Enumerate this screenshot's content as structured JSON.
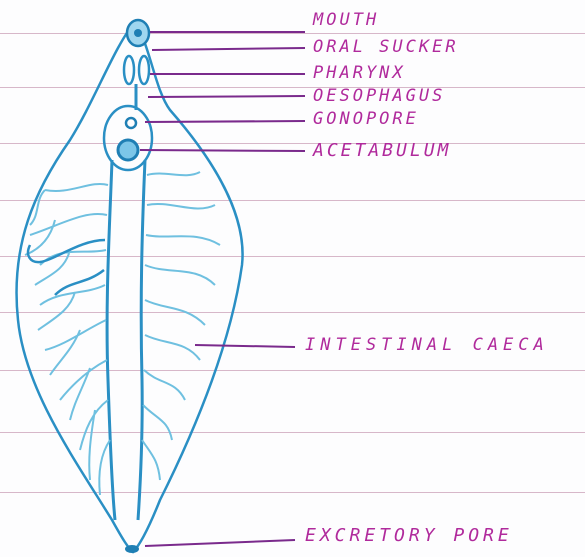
{
  "labels": {
    "mouth": "MOUTH",
    "oral_sucker": "ORAL SUCKER",
    "pharynx": "PHARYNX",
    "oesophagus": "OESOPHAGUS",
    "gonopore": "GONOPORE",
    "acetabulum": "ACETABULUM",
    "intestinal_caeca": "INTESTINAL CAECA",
    "excretory_pore": "EXCRETORY PORE"
  },
  "colors": {
    "ink_blue": "#2a8fc4",
    "ink_light": "#6fc0e0",
    "label_purple": "#b02a9c",
    "pointer_purple": "#7a2a8c",
    "rule": "#d7b7c9"
  }
}
